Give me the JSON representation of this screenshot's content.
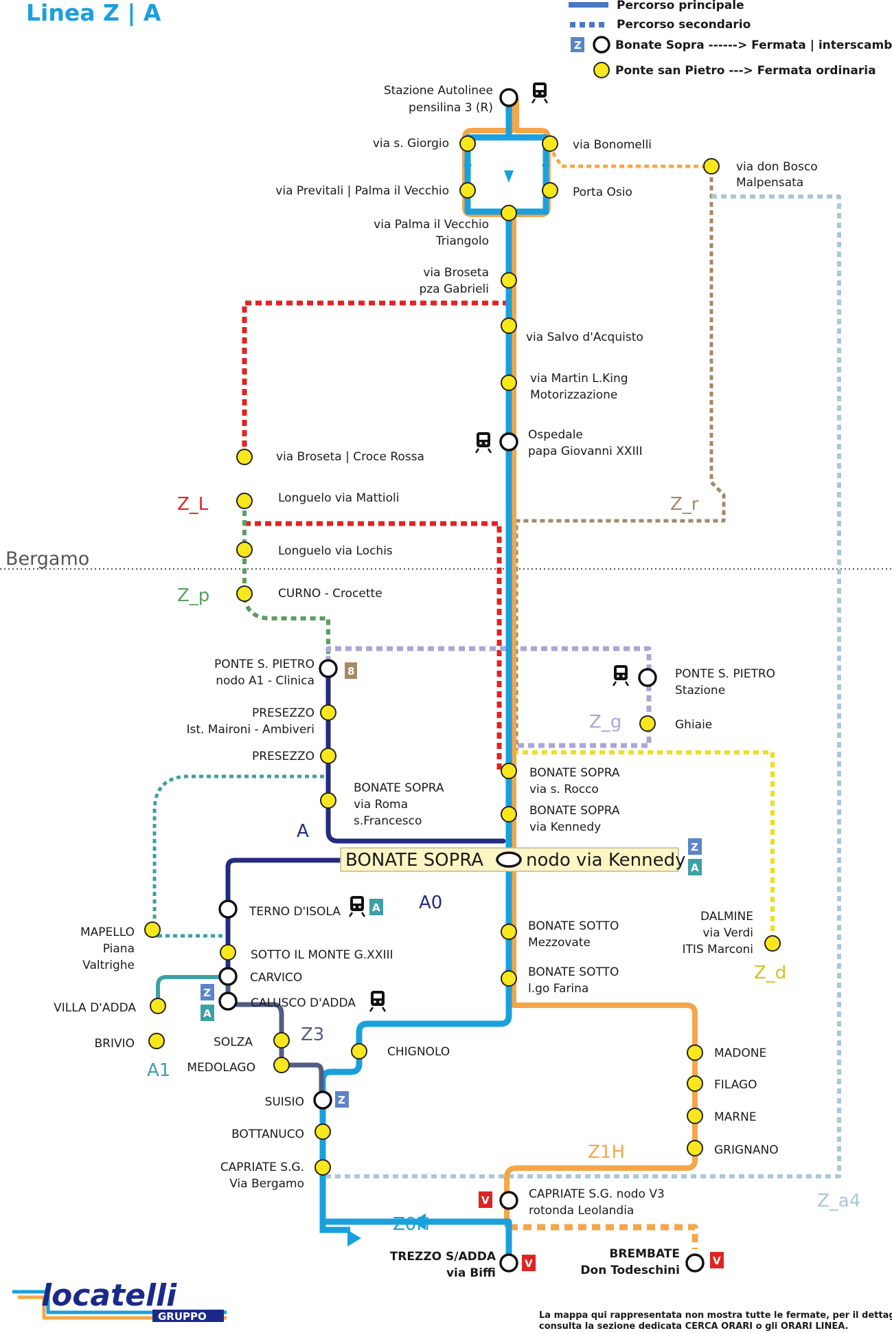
{
  "title": "Linea Z | A",
  "legend": {
    "main": "Percorso principale",
    "secondary": "Percorso secondario",
    "interchange_example": "Bonate Sopra ------> Fermata | interscambio",
    "ordinary_example": "Ponte san Pietro  ---> Fermata ordinaria",
    "z_badge": "Z"
  },
  "zone_label": "Bergamo",
  "hub": {
    "left": "BONATE SOPRA",
    "right": "nodo via Kennedy"
  },
  "stops": {
    "autolinee": "Stazione Autolinee",
    "autolinee_sub": "pensilina 3 (R)",
    "giorgio": "via s. Giorgio",
    "bonomelli": "via Bonomelli",
    "donbosco": "via don Bosco",
    "donbosco_sub": "Malpensata",
    "previtali": "via Previtali | Palma il Vecchio",
    "portaosio": "Porta Osio",
    "palma": "via Palma il Vecchio",
    "palma_sub": "Triangolo",
    "broseta": "via Broseta",
    "broseta_sub": "pza Gabrieli",
    "salvo": "via Salvo d'Acquisto",
    "king": "via Martin L.King",
    "king_sub": "Motorizzazione",
    "ospedale": "Ospedale",
    "ospedale_sub": "papa Giovanni XXIII",
    "croce": "via Broseta | Croce Rossa",
    "mattioli": "Longuelo via Mattioli",
    "lochis": "Longuelo via Lochis",
    "curno": "CURNO - Crocette",
    "psp_nodo": "PONTE S. PIETRO",
    "psp_nodo_sub": "nodo A1 - Clinica",
    "psp_staz": "PONTE S. PIETRO",
    "psp_staz_sub": "Stazione",
    "presezzo1": "PRESEZZO",
    "presezzo1_sub": "Ist. Maironi - Ambiveri",
    "ghiaie": "Ghiaie",
    "presezzo2": "PRESEZZO",
    "bs_rocco": "BONATE SOPRA",
    "bs_rocco_sub": "via s. Rocco",
    "bs_roma": "BONATE SOPRA",
    "bs_roma_sub": "via Roma",
    "bs_roma_sub2": "s.Francesco",
    "bs_kennedy": "BONATE SOPRA",
    "bs_kennedy_sub": "via Kennedy",
    "terno": "TERNO D'ISOLA",
    "mapello": "MAPELLO",
    "mapello_sub": "Piana",
    "mapello_sub2": "Valtrighe",
    "sotto_monte": "SOTTO IL MONTE G.XXIII",
    "bsotto1": "BONATE SOTTO",
    "bsotto1_sub": "Mezzovate",
    "dalmine": "DALMINE",
    "dalmine_sub": "via Verdi",
    "dalmine_sub2": "ITIS Marconi",
    "carvico": "CARVICO",
    "bsotto2": "BONATE SOTTO",
    "bsotto2_sub": "l.go Farina",
    "villa": "VILLA D'ADDA",
    "calusco": "CALUSCO D'ADDA",
    "brivio": "BRIVIO",
    "solza": "SOLZA",
    "medolago": "MEDOLAGO",
    "chignolo": "CHIGNOLO",
    "madone": "MADONE",
    "filago": "FILAGO",
    "suisio": "SUISIO",
    "marne": "MARNE",
    "bottanuco": "BOTTANUCO",
    "grignano": "GRIGNANO",
    "capriate": "CAPRIATE S.G.",
    "capriate_sub": "Via Bergamo",
    "capriate_v3": "CAPRIATE S.G. nodo V3",
    "capriate_v3_sub": "rotonda Leolandia",
    "trezzo": "TREZZO S/ADDA",
    "trezzo_sub": "via Biffi",
    "brembate": "BREMBATE",
    "brembate_sub": "Don Todeschini"
  },
  "route_labels": {
    "zl": "Z_L",
    "zp": "Z_p",
    "zr": "Z_r",
    "zg": "Z_g",
    "zd": "Z_d",
    "a": "A",
    "a0": "A0",
    "a1": "A1",
    "z3": "Z3",
    "z1h": "Z1H",
    "z0h": "Z0H",
    "za4": "Z_a4"
  },
  "badges": {
    "eight": "8",
    "z": "Z",
    "a": "A",
    "v": "V"
  },
  "logo": {
    "name": "locatelli",
    "sub": "GRUPPO"
  },
  "footer": {
    "line1": "La mappa qui rappresentata non mostra tutte le fermate, per il dettaglio",
    "line2": "consulta la sezione dedicata CERCA ORARI o gli ORARI LINEA."
  },
  "colors": {
    "main_blue": "#1aa0dc",
    "orange": "#f5a64a",
    "navy": "#232c82",
    "teal": "#3f9fa6",
    "slate": "#545c84",
    "red": "#e02424",
    "green": "#5a9e62",
    "brown": "#a58867",
    "lavender": "#a7a7d8",
    "yellow": "#f2dc1f",
    "lightblue": "#a9c8d8",
    "stop": "#f8e71c"
  }
}
